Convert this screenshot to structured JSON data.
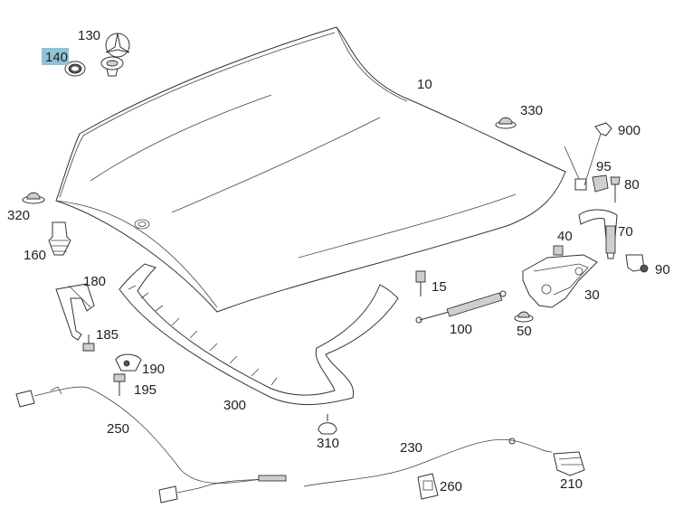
{
  "diagram": {
    "highlight_color": "#8fc3d9",
    "callouts": [
      {
        "id": "10",
        "text": "10"
      },
      {
        "id": "130",
        "text": "130"
      },
      {
        "id": "140",
        "text": "140",
        "highlighted": true
      },
      {
        "id": "330",
        "text": "330"
      },
      {
        "id": "900",
        "text": "900"
      },
      {
        "id": "95",
        "text": "95"
      },
      {
        "id": "80",
        "text": "80"
      },
      {
        "id": "320",
        "text": "320"
      },
      {
        "id": "160",
        "text": "160"
      },
      {
        "id": "40",
        "text": "40"
      },
      {
        "id": "70",
        "text": "70"
      },
      {
        "id": "90",
        "text": "90"
      },
      {
        "id": "180",
        "text": "180"
      },
      {
        "id": "15",
        "text": "15"
      },
      {
        "id": "30",
        "text": "30"
      },
      {
        "id": "185",
        "text": "185"
      },
      {
        "id": "100",
        "text": "100"
      },
      {
        "id": "50",
        "text": "50"
      },
      {
        "id": "190",
        "text": "190"
      },
      {
        "id": "195",
        "text": "195"
      },
      {
        "id": "300",
        "text": "300"
      },
      {
        "id": "250",
        "text": "250"
      },
      {
        "id": "310",
        "text": "310"
      },
      {
        "id": "230",
        "text": "230"
      },
      {
        "id": "260",
        "text": "260"
      },
      {
        "id": "210",
        "text": "210"
      }
    ]
  }
}
